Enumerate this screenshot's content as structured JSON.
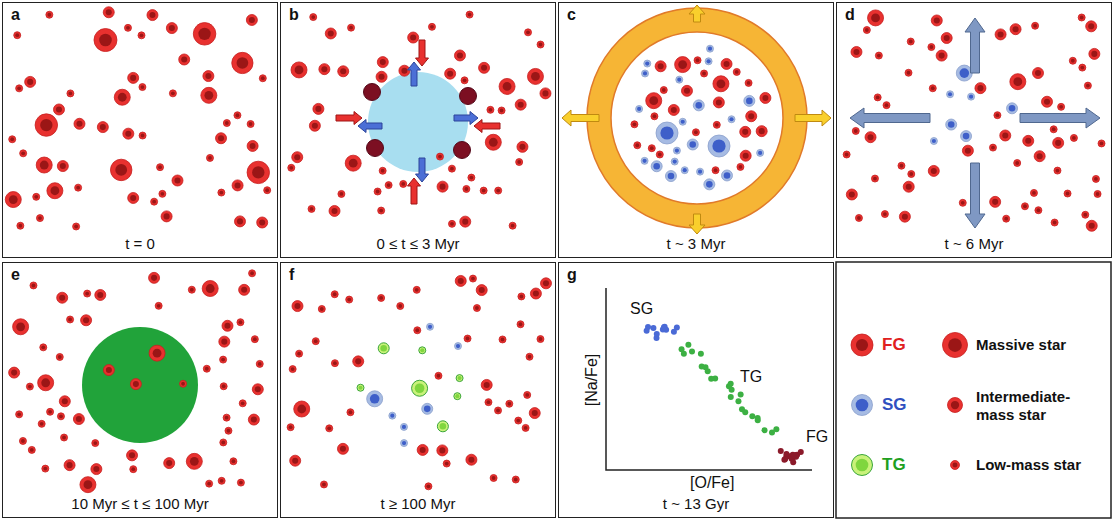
{
  "diagram": {
    "nodes": [
      {
        "text": [
          "a",
          "t = 0"
        ]
      },
      {
        "text": [
          "b",
          "0 ≤ t ≤ 3 Myr"
        ]
      },
      {
        "text": [
          "c",
          "t ~ 3 Myr"
        ]
      },
      {
        "text": [
          "d",
          "t ~ 6 Myr"
        ]
      },
      {
        "text": [
          "e",
          "10 Myr ≤ t ≤ 100 Myr"
        ]
      },
      {
        "text": [
          "f",
          "t ≥ 100 Myr"
        ]
      },
      {
        "text": [
          "g",
          "t ~ 13 Gyr"
        ]
      }
    ],
    "labels": [
      "SG",
      "TG",
      "FG",
      "[Na/Fe]",
      "[O/Fe]"
    ],
    "legend": [
      {
        "text": "FG"
      },
      {
        "text": "Massive star"
      },
      {
        "text": "SG"
      },
      {
        "text": "Intermediate-mass star"
      },
      {
        "text": "TG"
      },
      {
        "text": "Low-mass star"
      }
    ]
  }
}
